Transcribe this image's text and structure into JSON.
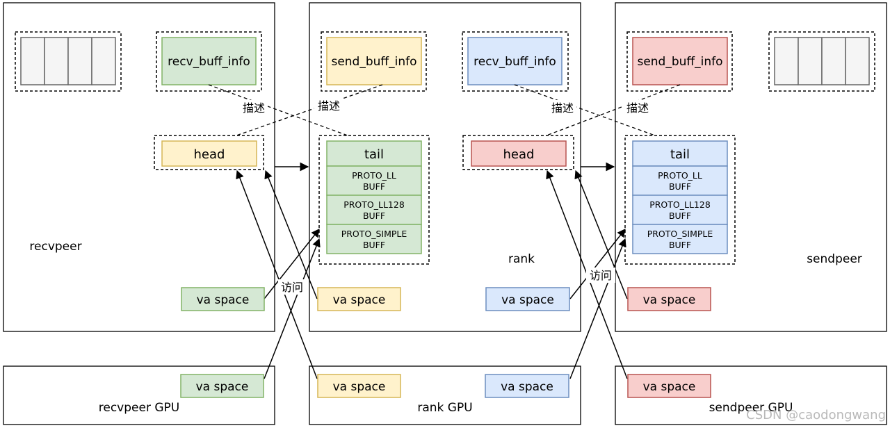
{
  "panels": {
    "recvpeer": "recvpeer",
    "rank": "rank",
    "sendpeer": "sendpeer",
    "recvpeer_gpu": "recvpeer GPU",
    "rank_gpu": "rank GPU",
    "sendpeer_gpu": "sendpeer GPU"
  },
  "info_boxes": {
    "recvpeer_recv": "recv_buff_info",
    "rank_send": "send_buff_info",
    "rank_recv": "recv_buff_info",
    "sendpeer_send": "send_buff_info"
  },
  "head_labels": {
    "recvpeer": "head",
    "rank": "head"
  },
  "tail_groups": {
    "rank": {
      "tail": "tail",
      "ll": [
        "PROTO_LL",
        "BUFF"
      ],
      "ll128": [
        "PROTO_LL128",
        "BUFF"
      ],
      "simple": [
        "PROTO_SIMPLE",
        "BUFF"
      ]
    },
    "sendpeer": {
      "tail": "tail",
      "ll": [
        "PROTO_LL",
        "BUFF"
      ],
      "ll128": [
        "PROTO_LL128",
        "BUFF"
      ],
      "simple": [
        "PROTO_SIMPLE",
        "BUFF"
      ]
    }
  },
  "va_space": "va space",
  "annotations": {
    "describe": "描述",
    "access": "访问"
  },
  "watermark": "CSDN @caodongwang",
  "colors": {
    "green_fill": "#d5e8d4",
    "green_stroke": "#82b366",
    "yellow_fill": "#fff2cc",
    "yellow_stroke": "#d6b656",
    "blue_fill": "#dae8fc",
    "blue_stroke": "#6c8ebf",
    "red_fill": "#f8cecc",
    "red_stroke": "#b85450",
    "gray_fill": "#f5f5f5",
    "gray_stroke": "#666666"
  }
}
